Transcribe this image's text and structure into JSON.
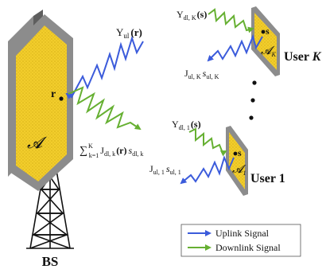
{
  "colors": {
    "uplink": "#3b5bdb",
    "downlink": "#66b032",
    "panel_fill": "#f2cd2c",
    "panel_dots": "#b89200",
    "frame": "#8c8c8c",
    "frame_dark": "#5e5e5e",
    "tower": "#111111",
    "text": "#111111"
  },
  "bs": {
    "label": "BS",
    "aperture": "𝓐",
    "point": "r",
    "uplink_signal": "Υ",
    "uplink_sub": "ul",
    "uplink_arg": "(r)",
    "downlink_sum": "∑",
    "downlink_sum_upper": "K",
    "downlink_sum_lower": "k=1",
    "downlink_j": "J",
    "downlink_j_sub": "dl, k",
    "downlink_j_arg": "(r)",
    "downlink_s": "s",
    "downlink_s_sub": "dl, k"
  },
  "users": [
    {
      "label": "User K",
      "label_word": "User",
      "label_index": "K",
      "point": "s",
      "aperture": "𝓐",
      "aperture_sub": "K",
      "downlink_signal": "Υ",
      "downlink_sub": "dl, K",
      "downlink_arg": "(s)",
      "uplink_j": "J",
      "uplink_j_sub": "ul, K",
      "uplink_s": "s",
      "uplink_s_sub": "ul, K"
    },
    {
      "label": "User 1",
      "label_word": "User",
      "label_index": "1",
      "point": "s",
      "aperture": "𝓐",
      "aperture_sub": "1",
      "downlink_signal": "Υ",
      "downlink_sub": "dl, 1",
      "downlink_arg": "(s)",
      "uplink_j": "J",
      "uplink_j_sub": "ul, 1",
      "uplink_s": "s",
      "uplink_s_sub": "ul, 1"
    }
  ],
  "legend": {
    "items": [
      {
        "label": "Uplink Signal",
        "color": "#3b5bdb"
      },
      {
        "label": "Downlink Signal",
        "color": "#66b032"
      }
    ]
  }
}
